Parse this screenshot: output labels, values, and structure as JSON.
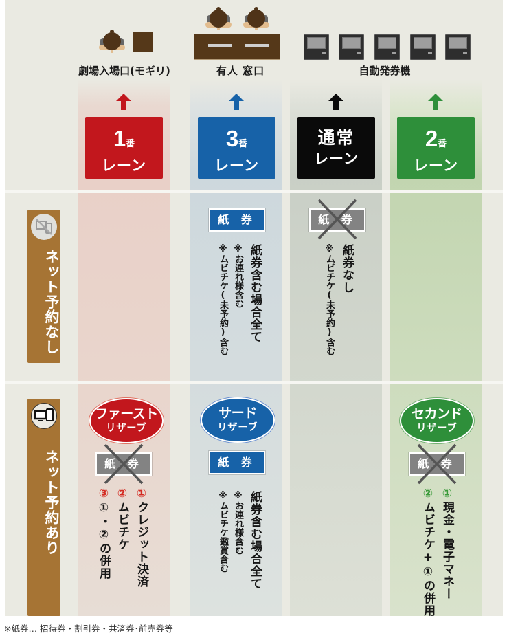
{
  "facilities": {
    "gate": "劇場入場口(モギリ)",
    "counter": "有人 窓口",
    "kiosk": "自動発券機"
  },
  "icons": {
    "gate": [
      "person-icon",
      "desk-icon"
    ],
    "counter": [
      "person-icon",
      "person-icon",
      "counter-desk-icon"
    ],
    "kiosk": [
      "kiosk-icon",
      "kiosk-icon",
      "kiosk-icon",
      "kiosk-icon",
      "kiosk-icon"
    ]
  },
  "colors": {
    "lane1": "#c2171d",
    "lane3": "#1762a8",
    "normal": "#0a0a0a",
    "lane2": "#2e8f3a",
    "side_label": "#a67434",
    "background": "#eaeae2"
  },
  "lanes": [
    {
      "id": "lane1",
      "number": "1",
      "number_suffix": "番",
      "label": "レーン",
      "color": "#c2171d"
    },
    {
      "id": "lane3",
      "number": "3",
      "number_suffix": "番",
      "label": "レーン",
      "color": "#1762a8"
    },
    {
      "id": "normal",
      "kind": "通常",
      "label": "レーン",
      "color": "#0a0a0a"
    },
    {
      "id": "lane2",
      "number": "2",
      "number_suffix": "番",
      "label": "レーン",
      "color": "#2e8f3a"
    }
  ],
  "rows": {
    "no_reservation": {
      "label": "ネット予約なし",
      "icon": "no-device-icon",
      "lane3": {
        "tag": "紙 券",
        "main": "紙券含む場合全て",
        "notes": [
          "※お連れ様含む",
          "※ムビチケ(未予約)含む"
        ]
      },
      "normal": {
        "tag": "紙 券",
        "tag_crossed": true,
        "main": "紙券なし",
        "notes": [
          "※ムビチケ(未予約)含む"
        ]
      }
    },
    "with_reservation": {
      "label": "ネット予約あり",
      "icon": "pc-and-phone-icon",
      "lane1": {
        "badge_title": "ファースト",
        "badge_sub": "リザーブ",
        "tag": "紙 券",
        "tag_crossed": true,
        "items": [
          {
            "num": "①",
            "text": "クレジット決済"
          },
          {
            "num": "②",
            "text": "ムビチケ"
          },
          {
            "num": "③",
            "text": "①・②の併用"
          }
        ]
      },
      "lane3": {
        "badge_title": "サード",
        "badge_sub": "リザーブ",
        "tag": "紙 券",
        "main": "紙券含む場合全て",
        "notes": [
          "※お連れ様含む",
          "※ムビチケ鑑賞含む"
        ]
      },
      "lane2": {
        "badge_title": "セカンド",
        "badge_sub": "リザーブ",
        "tag": "紙 券",
        "tag_crossed": true,
        "items": [
          {
            "num": "①",
            "text": "現金・電子マネー"
          },
          {
            "num": "②",
            "text": "ムビチケ+①の併用"
          }
        ]
      }
    }
  },
  "footnote": "※紙券…  招待券・割引券・共済券･前売券等"
}
